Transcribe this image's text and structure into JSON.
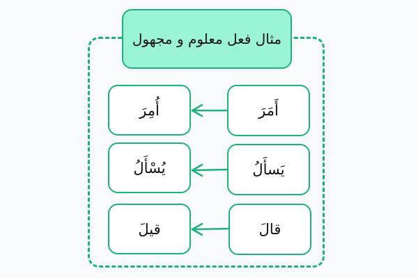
{
  "title": "مثال فعل معلوم و مجهول",
  "colors": {
    "stroke": "#1db27d",
    "title_fill": "#9bf3d6",
    "background": "#f8f9fa",
    "node_fill": "#ffffff"
  },
  "rows": [
    {
      "active": "أَمَرَ",
      "passive": "أُمِرَ"
    },
    {
      "active": "يَسأَلُ",
      "passive": "يُسْأَلُ"
    },
    {
      "active": "قالَ",
      "passive": "قيلَ"
    }
  ]
}
